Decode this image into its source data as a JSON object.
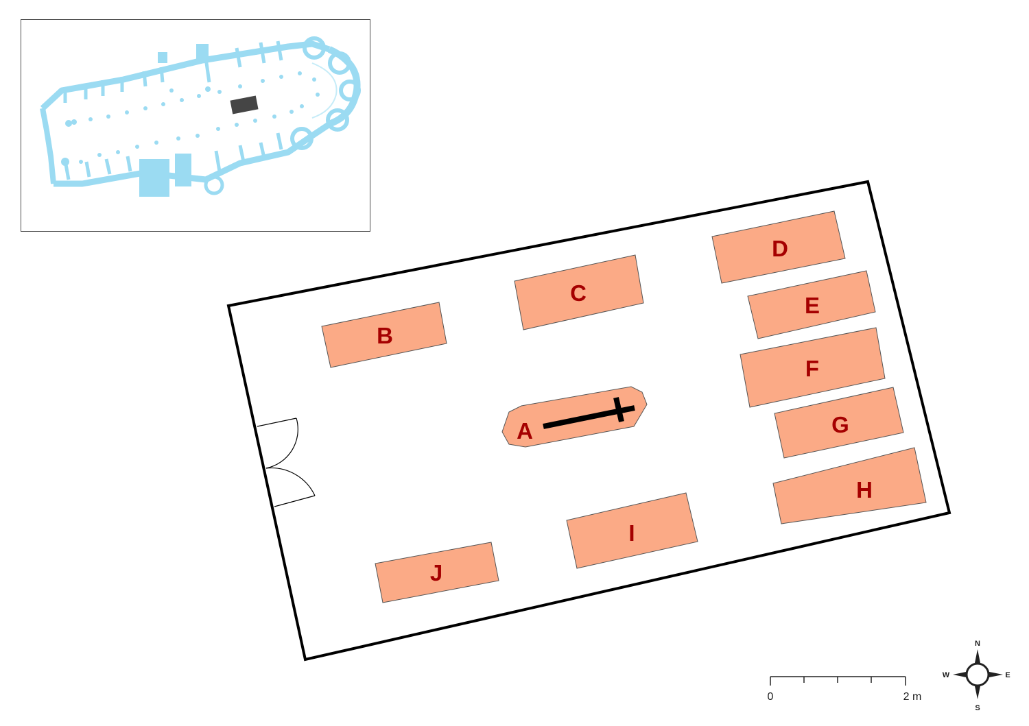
{
  "colors": {
    "tomb_fill": "#fbaa86",
    "tomb_label": "#a50000",
    "locator_plan": "#9bdbf2",
    "locator_highlight": "#454545",
    "chapel_outline": "#000000"
  },
  "tombs": [
    {
      "id": "A",
      "label": "A"
    },
    {
      "id": "B",
      "label": "B"
    },
    {
      "id": "C",
      "label": "C"
    },
    {
      "id": "D",
      "label": "D"
    },
    {
      "id": "E",
      "label": "E"
    },
    {
      "id": "F",
      "label": "F"
    },
    {
      "id": "G",
      "label": "G"
    },
    {
      "id": "H",
      "label": "H"
    },
    {
      "id": "I",
      "label": "I"
    },
    {
      "id": "J",
      "label": "J"
    }
  ],
  "scale_bar": {
    "start_label": "0",
    "end_label": "2 m"
  },
  "north_arrow": {
    "n": "N",
    "e": "E",
    "s": "S",
    "w": "W"
  },
  "icons": [
    "north-arrow-icon",
    "cross-icon",
    "door-icon"
  ]
}
